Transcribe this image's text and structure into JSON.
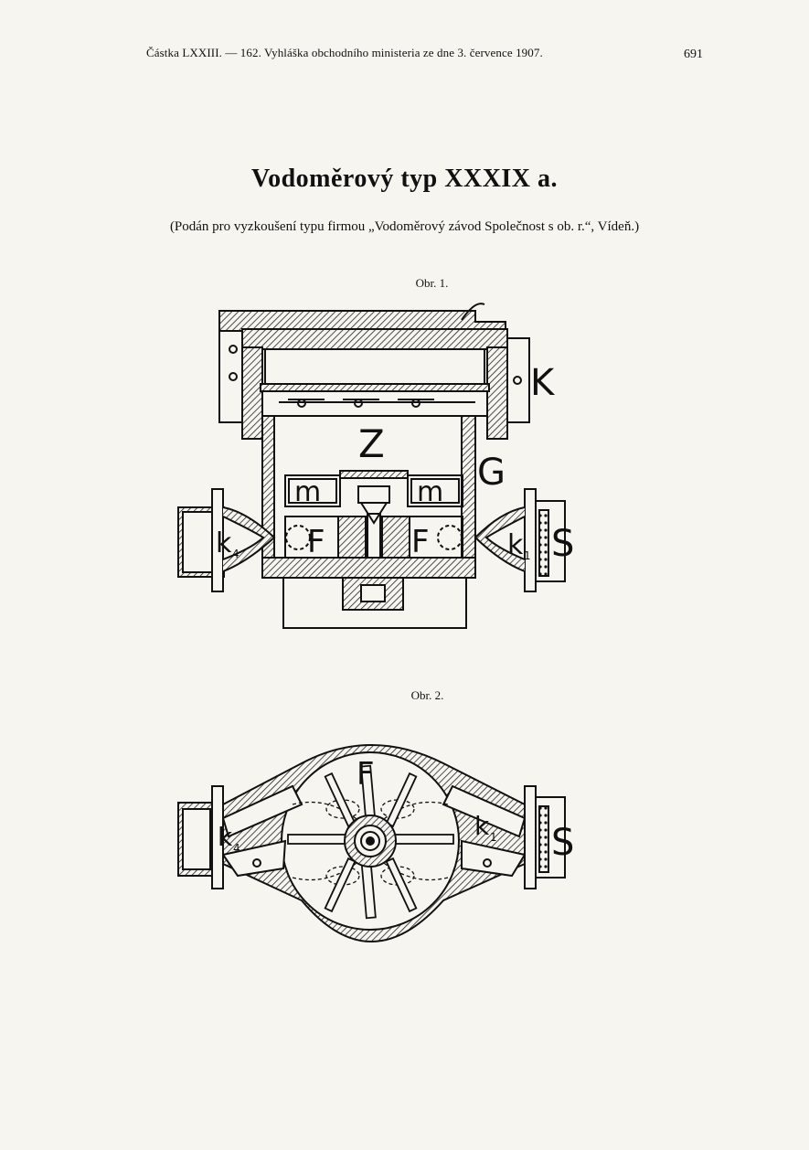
{
  "header": {
    "running_head": "Částka LXXIII. — 162. Vyhláška obchodního ministeria ze dne 3. července 1907.",
    "page_number": "691"
  },
  "title": "Vodoměrový typ XXXIX a.",
  "subtitle": "(Podán pro vyzkoušení typu firmou „Vodoměrový závod Společnost s ob. r.“, Vídeň.)",
  "figures": [
    {
      "caption": "Obr. 1.",
      "labels": {
        "k": "K",
        "z": "Z",
        "g": "G",
        "m_left": "m",
        "m_right": "m",
        "f_left": "F",
        "f_right": "F",
        "k4": "k",
        "k4_sub": "4",
        "k1": "k",
        "k1_sub": "1",
        "s": "S"
      }
    },
    {
      "caption": "Obr. 2.",
      "labels": {
        "f": "F",
        "k4": "k",
        "k4_sub": "4",
        "k1": "k",
        "k1_sub": "1",
        "s": "S"
      }
    }
  ]
}
